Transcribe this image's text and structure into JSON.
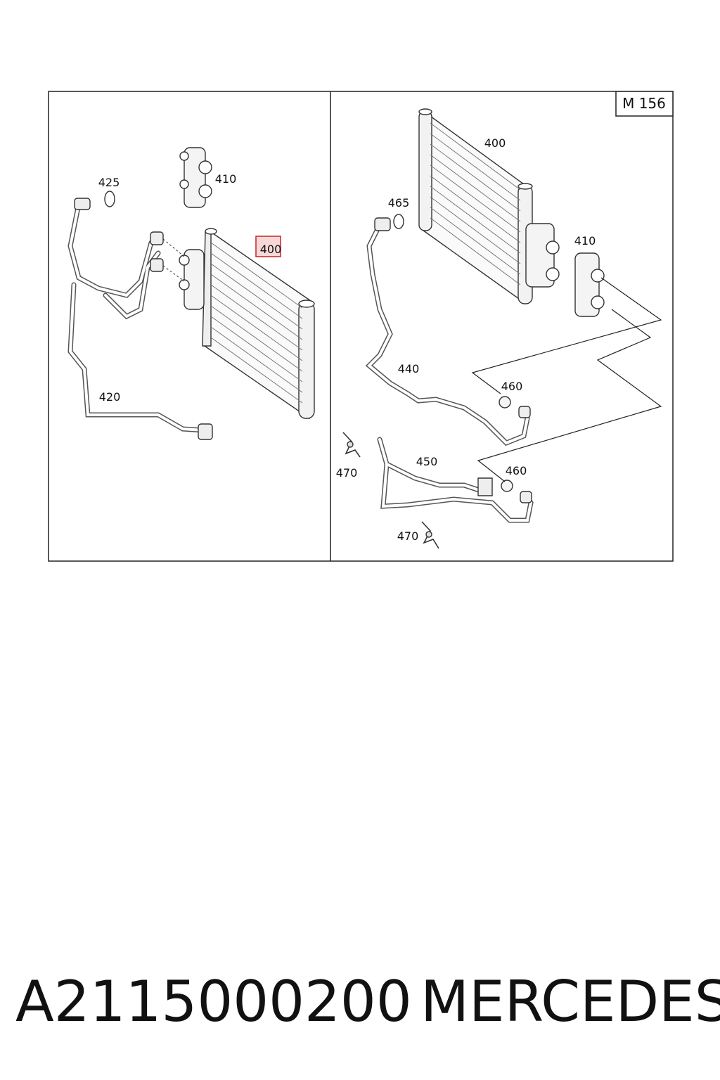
{
  "diagram": {
    "variant_label": "M 156",
    "highlight_color": "#cc2222",
    "left_panel_labels": [
      "425",
      "410",
      "400",
      "420"
    ],
    "right_panel_labels": [
      "400",
      "465",
      "410",
      "440",
      "460",
      "450",
      "470",
      "460",
      "470"
    ]
  },
  "caption": {
    "part_number": "A2115000200",
    "brand": "MERCEDES"
  }
}
